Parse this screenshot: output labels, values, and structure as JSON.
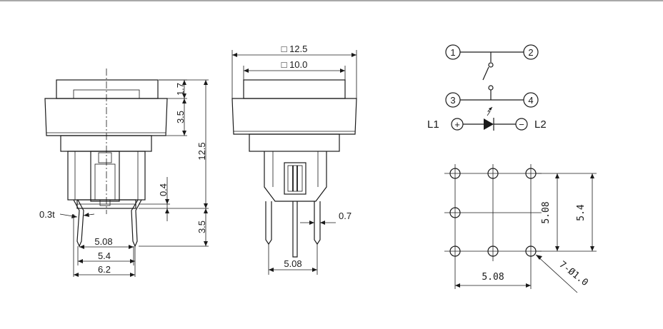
{
  "front_view": {
    "dim_cap_height": "1.7",
    "dim_body_height": "3.5",
    "dim_total_height": "12.5",
    "dim_gap": "0.4",
    "dim_pin_length": "3.5",
    "dim_pin_thickness": "0.3t",
    "dim_pin_pitch": "5.08",
    "dim_base_width": "5.4",
    "dim_pin_span": "6.2"
  },
  "side_view": {
    "dim_outer_width": "□ 12.5",
    "dim_cap_width": "□ 10.0",
    "dim_pin_width": "0.7",
    "dim_pin_pitch": "5.08"
  },
  "schematic": {
    "terminal_1": "1",
    "terminal_2": "2",
    "terminal_3": "3",
    "terminal_4": "4",
    "led_left_label": "L1",
    "led_right_label": "L2",
    "plus_symbol": "+",
    "minus_symbol": "−"
  },
  "footprint": {
    "dim_vertical_pitch": "5.08",
    "dim_vertical_total": "5.4",
    "dim_horizontal_pitch": "5.08",
    "dim_hole_spec": "7-Ø1.0"
  },
  "colors": {
    "line": "#1a1a1a",
    "background": "#ffffff"
  }
}
